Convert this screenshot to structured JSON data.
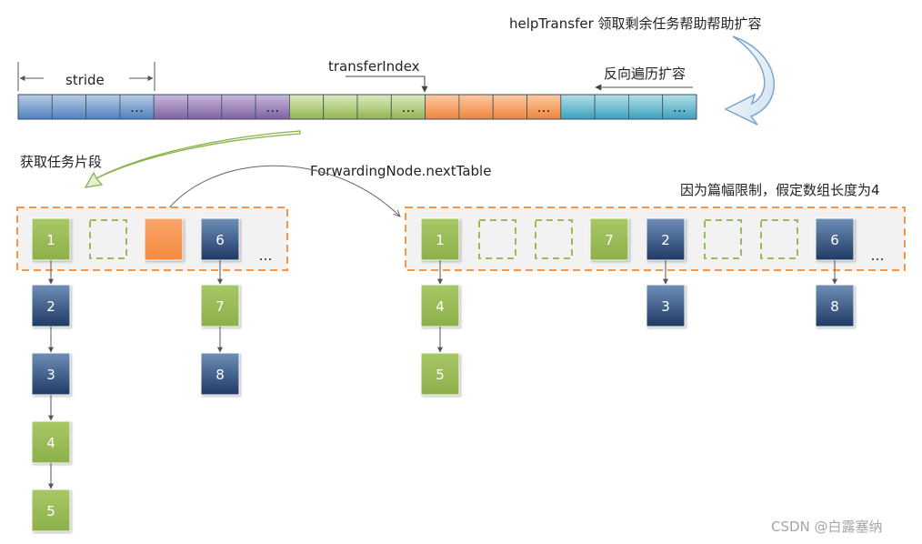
{
  "annotations": {
    "help_transfer": "helpTransfer 领取剩余任务帮助帮助扩容",
    "stride": "stride",
    "transfer_index": "transferIndex",
    "reverse_traverse": "反向遍历扩容",
    "get_task_segment": "获取任务片段",
    "forwarding_node": "ForwardingNode.nextTable",
    "limit_note": "因为篇幅限制，假定数组长度为4"
  },
  "array_ellipsis": "…",
  "old_table": {
    "slots": [
      {
        "kind": "node",
        "label": "1",
        "color": "green"
      },
      {
        "kind": "empty"
      },
      {
        "kind": "forwarding",
        "color": "orange"
      },
      {
        "kind": "node",
        "label": "6",
        "color": "navy"
      }
    ],
    "ellipsis": "…",
    "chains": [
      {
        "labels": [
          "2",
          "3",
          "4",
          "5"
        ],
        "colors": [
          "navy",
          "navy",
          "green",
          "green"
        ]
      },
      {
        "labels": [
          "7",
          "8"
        ],
        "colors": [
          "green",
          "navy"
        ]
      }
    ]
  },
  "new_table": {
    "slots": [
      {
        "kind": "node",
        "label": "1",
        "color": "green"
      },
      {
        "kind": "empty"
      },
      {
        "kind": "empty"
      },
      {
        "kind": "node",
        "label": "7",
        "color": "green"
      },
      {
        "kind": "node",
        "label": "2",
        "color": "navy"
      },
      {
        "kind": "empty"
      },
      {
        "kind": "empty"
      },
      {
        "kind": "node",
        "label": "6",
        "color": "navy"
      }
    ],
    "ellipsis": "…",
    "chains": [
      {
        "labels": [
          "4",
          "5"
        ],
        "colors": [
          "green",
          "green"
        ]
      },
      {
        "labels": [
          "3"
        ],
        "colors": [
          "navy"
        ]
      },
      {
        "labels": [
          "8"
        ],
        "colors": [
          "navy"
        ]
      }
    ]
  },
  "watermark": "CSDN @白露塞纳",
  "colors": {
    "blue_cell": "#5b8fc2",
    "purple_cell": "#8064a2",
    "green_cell": "#9bbb59",
    "orange_cell": "#f79646",
    "teal_cell": "#4bacc6",
    "node_green": "#9bbb59",
    "node_navy": "#2f4f7f",
    "dashed_orange": "#f79646",
    "dashed_green": "#9bbb59"
  }
}
